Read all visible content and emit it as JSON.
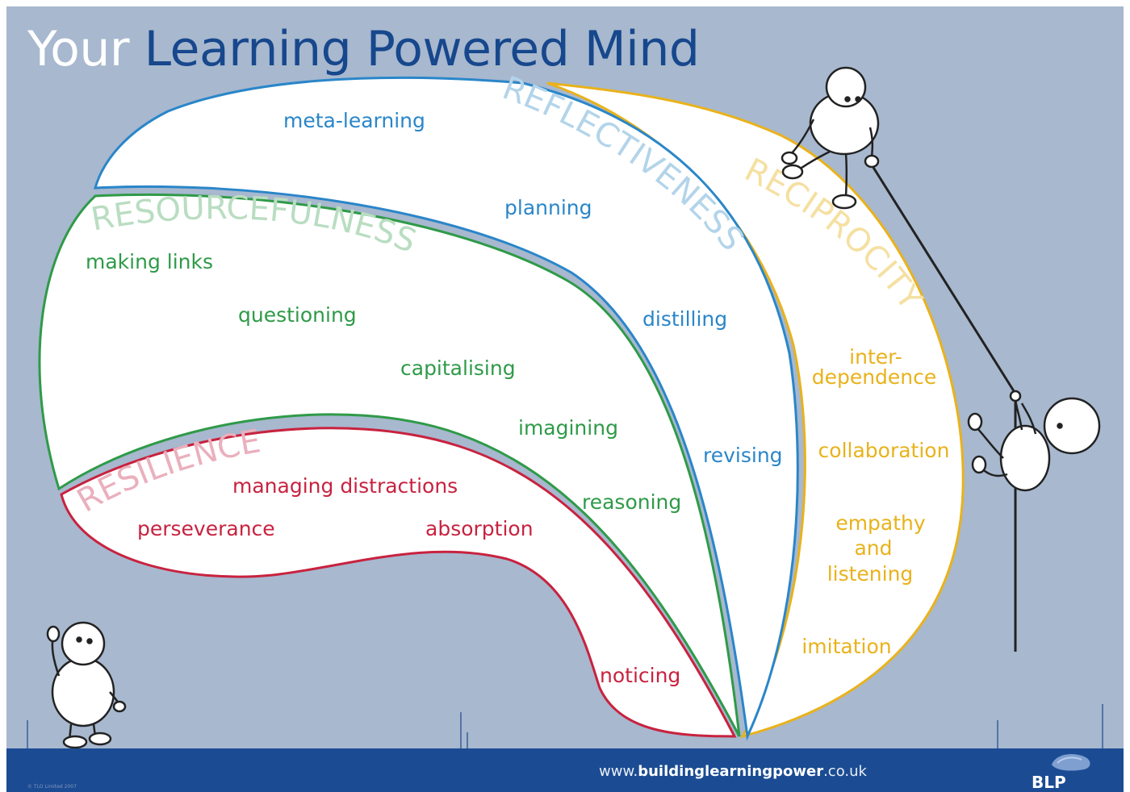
{
  "title": {
    "part1": "Your",
    "part2": "Learning Powered Mind"
  },
  "dimensions": {
    "reflectiveness": {
      "name": "REFLECTIVENESS",
      "color": "#2a86c9",
      "title_color": "#b3d4ea",
      "items": [
        "meta-learning",
        "planning",
        "distilling",
        "revising"
      ]
    },
    "resourcefulness": {
      "name": "RESOURCEFULNESS",
      "color": "#2f9a48",
      "title_color": "#b9ddc1",
      "items": [
        "making links",
        "questioning",
        "capitalising",
        "imagining",
        "reasoning"
      ]
    },
    "resilience": {
      "name": "RESILIENCE",
      "color": "#c8223f",
      "title_color": "#eab0bd",
      "items": [
        "managing distractions",
        "perseverance",
        "absorption",
        "noticing"
      ]
    },
    "reciprocity": {
      "name": "RECIPROCITY",
      "color": "#e9b21b",
      "title_color": "#f5e0a2",
      "items": [
        "inter-",
        "dependence",
        "collaboration",
        "empathy",
        "and",
        "listening",
        "imitation"
      ]
    }
  },
  "footer": {
    "url_prefix": "www.",
    "url_main": "buildinglearningpower",
    "url_suffix": ".co.uk",
    "logo": "BLP",
    "copyright": "© TLO Limited 2007"
  }
}
